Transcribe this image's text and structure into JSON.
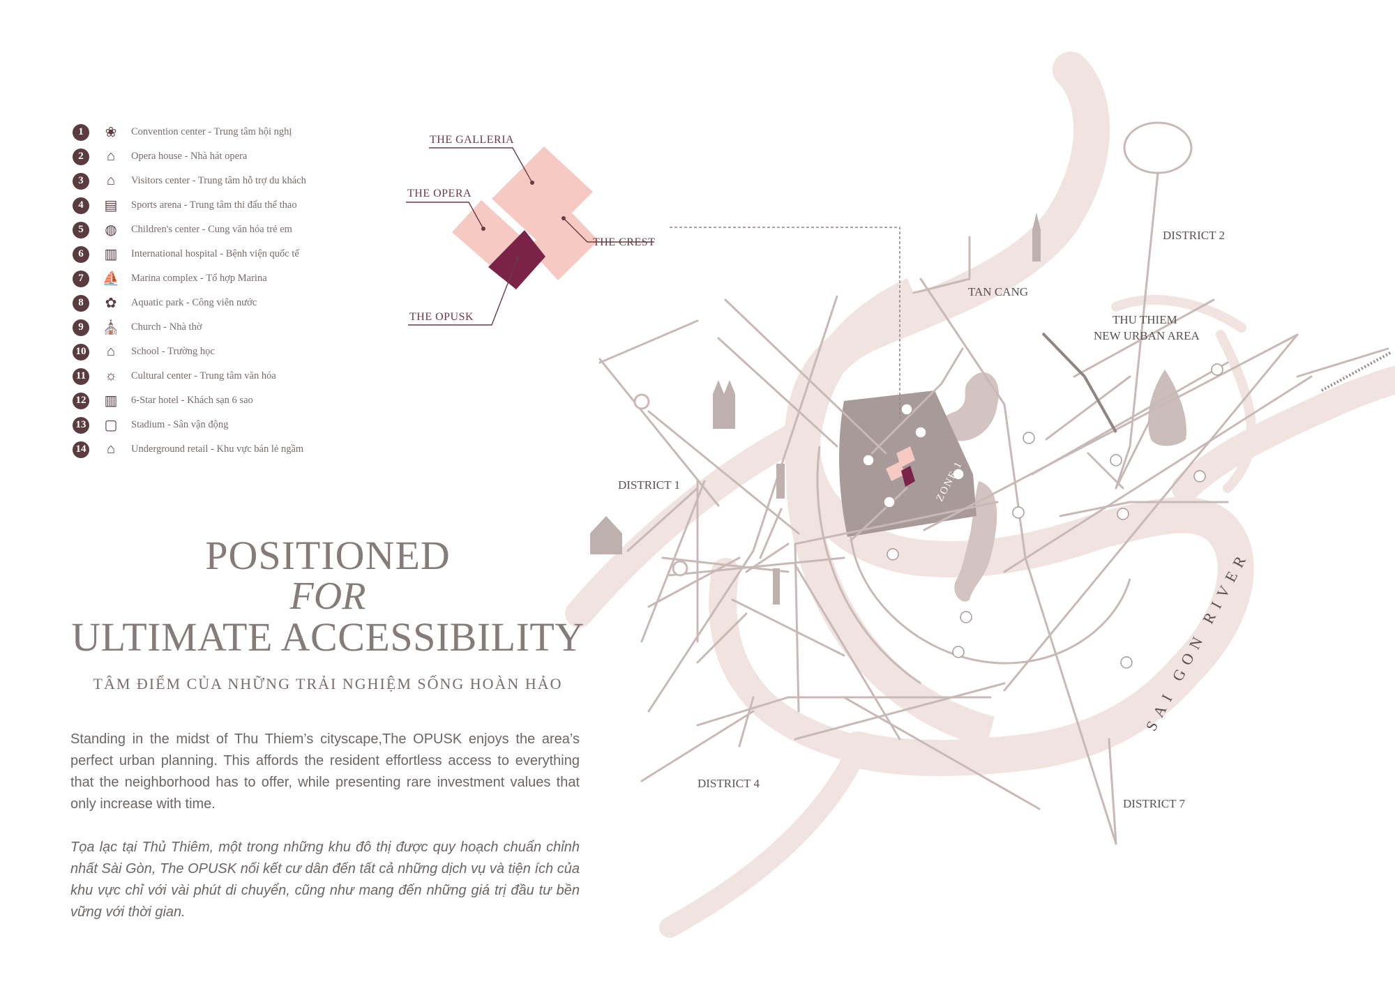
{
  "legend": [
    {
      "num": "1",
      "label": "Convention center - Trung tâm hội nghị",
      "icon": "lotus-icon"
    },
    {
      "num": "2",
      "label": "Opera house - Nhà hát opera",
      "icon": "opera-house-icon"
    },
    {
      "num": "3",
      "label": "Visitors center - Trung tâm hỗ trợ du khách",
      "icon": "visitors-center-icon"
    },
    {
      "num": "4",
      "label": "Sports arena - Trung tâm thi đấu thể thao",
      "icon": "arena-icon"
    },
    {
      "num": "5",
      "label": "Children's center - Cung văn hóa trẻ em",
      "icon": "globe-icon"
    },
    {
      "num": "6",
      "label": "International hospital - Bệnh viện quốc tế",
      "icon": "hospital-icon"
    },
    {
      "num": "7",
      "label": "Marina complex - Tổ hợp Marina",
      "icon": "sailboat-icon"
    },
    {
      "num": "8",
      "label": "Aquatic park - Công viên nước",
      "icon": "aquatic-park-icon"
    },
    {
      "num": "9",
      "label": "Church - Nhà thờ",
      "icon": "church-icon"
    },
    {
      "num": "10",
      "label": "School - Trường học",
      "icon": "school-icon"
    },
    {
      "num": "11",
      "label": "Cultural center - Trung tâm văn hóa",
      "icon": "sun-icon"
    },
    {
      "num": "12",
      "label": "6-Star hotel - Khách sạn 6 sao",
      "icon": "hotel-icon"
    },
    {
      "num": "13",
      "label": "Stadium - Sân vận động",
      "icon": "stadium-icon"
    },
    {
      "num": "14",
      "label": "Underground retail - Khu vực bán lẻ ngầm",
      "icon": "shop-icon"
    }
  ],
  "blocks": {
    "galleria": "THE GALLERIA",
    "opera": "THE OPERA",
    "crest": "THE CREST",
    "opusk": "THE OPUSK"
  },
  "districts": {
    "d1": "DISTRICT 1",
    "d2": "DISTRICT 2",
    "d4": "DISTRICT 4",
    "d7": "DISTRICT 7",
    "tancang": "TAN CANG",
    "thuthiem1": "THU THIEM",
    "thuthiem2": "NEW URBAN AREA",
    "river": "SAI GON RIVER",
    "zone": "ZONE 1"
  },
  "title": {
    "line1": "POSITIONED",
    "line2": "FOR",
    "line3": "ULTIMATE ACCESSIBILITY",
    "subtitle": "TÂM ĐIỂM CỦA NHỮNG TRẢI NGHIỆM SỐNG HOÀN HẢO"
  },
  "paragraph_en": "Standing in the midst of Thu Thiem’s cityscape,The OPUSK enjoys the area’s perfect urban planning. This affords the resident effortless access to everything that the neighborhood has to offer, while presenting rare investment values that only increase with time.",
  "paragraph_vi": "Tọa lạc tại Thủ Thiêm, một trong những khu đô thị được quy hoạch chuẩn chỉnh nhất Sài Gòn, The OPUSK nối kết cư dân đến tất cả những dịch vụ và tiện ích của khu vực chỉ với vài phút di chuyển, cũng như mang đến những giá trị đầu tư bền vững với thời gian.",
  "colors": {
    "opusk": "#7a2248",
    "blocks": "#f6c9c3",
    "river": "#f1e3df",
    "roads": "#c8b9b6",
    "zone": "#a79a98",
    "text": "#857b78"
  }
}
